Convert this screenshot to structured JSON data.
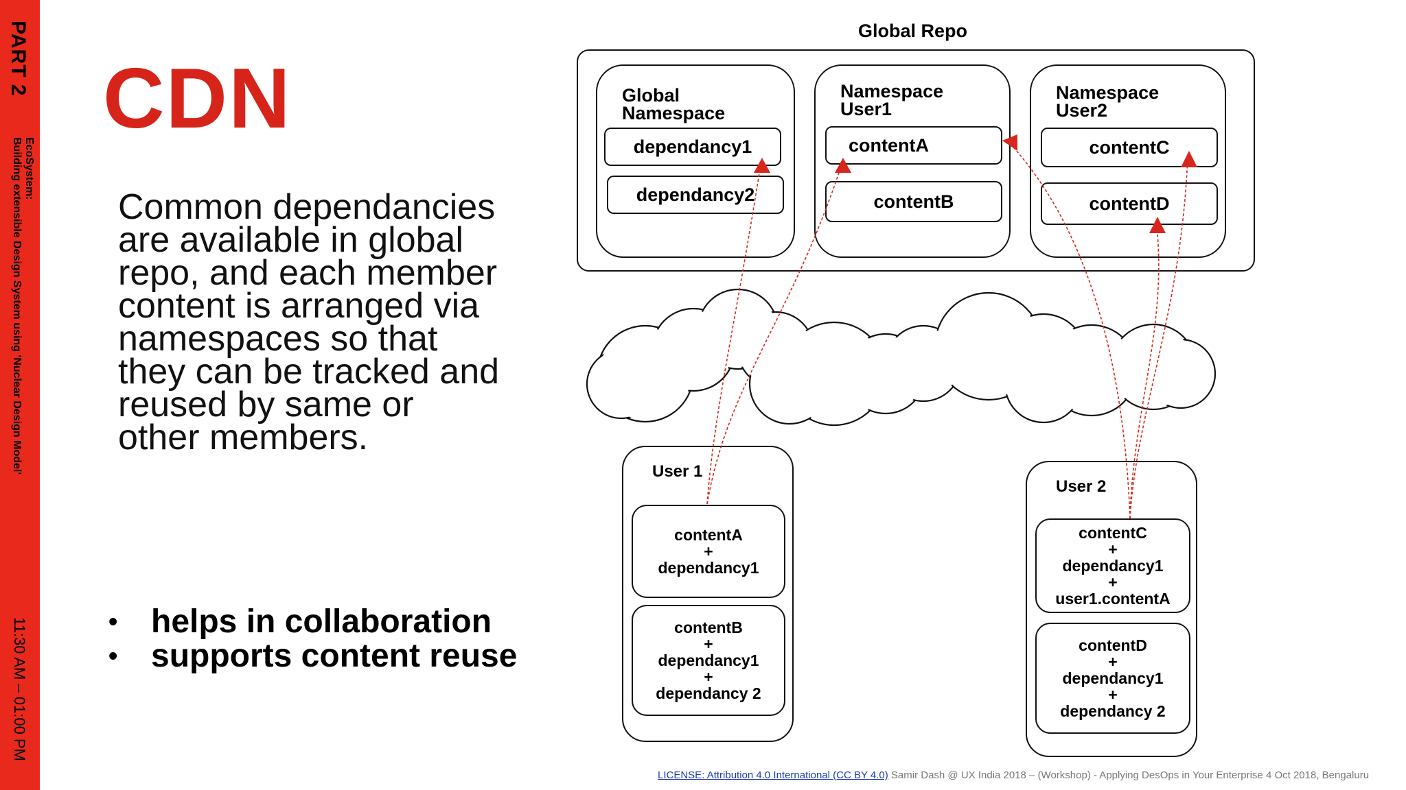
{
  "sidebar": {
    "part": "PART 2",
    "eco_title": "EcoSystem:",
    "eco_subtitle": "Building extensible Design System using 'Nuclear Design Model'",
    "time": "11:30 AM – 01:00 PM",
    "color": "#e8291c"
  },
  "title": "CDN",
  "description": "Common dependancies are available in global repo, and each member content is arranged via namespaces so that they can be tracked and reused by same or other members.",
  "bullets": [
    "helps in collaboration",
    "supports content reuse"
  ],
  "diagram": {
    "repo_title": "Global Repo",
    "namespaces": [
      {
        "title": "Global\nNamespace",
        "items": [
          "dependancy1",
          "dependancy2"
        ]
      },
      {
        "title": "Namespace\nUser1",
        "items": [
          "contentA",
          "contentB"
        ]
      },
      {
        "title": "Namespace\nUser2",
        "items": [
          "contentC",
          "contentD"
        ]
      }
    ],
    "users": [
      {
        "title": "User 1",
        "contents": [
          [
            "contentA",
            "+",
            "dependancy1"
          ],
          [
            "contentB",
            "+",
            "dependancy1",
            "+",
            "dependancy 2"
          ]
        ]
      },
      {
        "title": "User 2",
        "contents": [
          [
            "contentC",
            "+",
            "dependancy1",
            "+",
            "user1.contentA"
          ],
          [
            "contentD",
            "+",
            "dependancy1",
            "+",
            "dependancy 2"
          ]
        ]
      }
    ],
    "arrow_color": "#d9261c"
  },
  "footer": {
    "license": "LICENSE: Attribution 4.0 International (CC BY 4.0)",
    "credit": " Samir Dash @ UX India 2018 – (Workshop)  - Applying DesOps in Your Enterprise 4 Oct 2018, Bengaluru"
  }
}
